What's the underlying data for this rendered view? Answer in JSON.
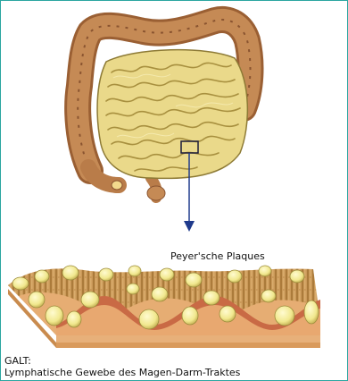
{
  "labels": {
    "peyer": "Peyer'sche Plaques",
    "galt_title": "GALT:",
    "galt_description": "Lymphatische Gewebe des Magen-Darm-Traktes"
  },
  "colors": {
    "frame": "#2aa6a0",
    "colon": "#b87a48",
    "small_intestine": "#e9dc8c",
    "arrow": "#1f3a8c",
    "tissue_base": "#e2a463",
    "follicle": "#f1ea9a",
    "villi": "#b58a4a"
  }
}
